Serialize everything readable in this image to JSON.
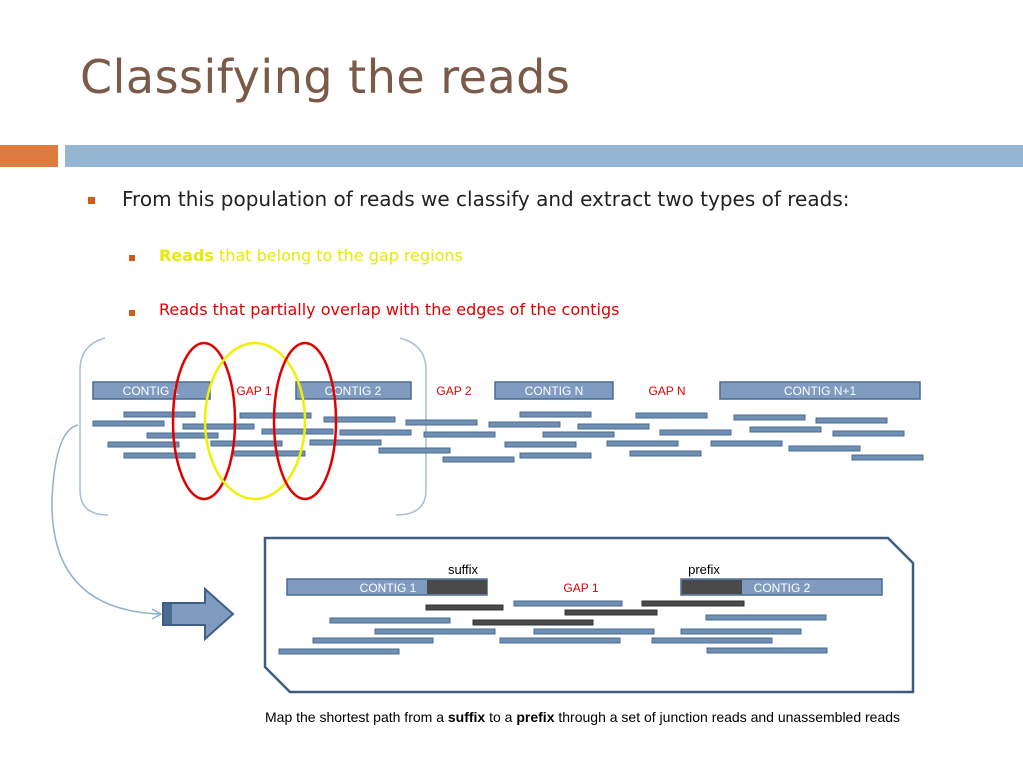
{
  "slide": {
    "title": "Classifying the reads",
    "bullets": {
      "main": "From this population of reads we classify and extract two types of reads:",
      "sub1_bold": "Reads",
      "sub1_rest": " that belong to the gap regions",
      "sub2": "Reads that partially overlap with the edges of the contigs"
    }
  },
  "diagram": {
    "top_labels": {
      "contig1": "CONTIG 1",
      "gap1": "GAP 1",
      "contig2": "CONTIG 2",
      "gap2": "GAP 2",
      "contign": "CONTIG N",
      "gapn": "GAP N",
      "contign1": "CONTIG N+1"
    },
    "zoom_labels": {
      "suffix": "suffix",
      "prefix": "prefix",
      "contig1": "CONTIG 1",
      "gap1": "GAP 1",
      "contig2": "CONTIG 2"
    }
  },
  "caption": {
    "part1": "Map the shortest path from a ",
    "suffix": "suffix",
    "part2": " to a ",
    "prefix": "prefix",
    "part3": " through a set of junction reads and unassembled reads"
  },
  "colors": {
    "title": "#7b5a48",
    "accent_bar": "#de7c3f",
    "header_bar": "#94b6d2",
    "contig_fill": "#7f9cc0",
    "read_fill": "#6f8fb3",
    "gap_label": "#e00000",
    "yellow_text": "#e8e800"
  },
  "icons": [
    "arrow-right-icon",
    "curved-arrow-icon"
  ]
}
